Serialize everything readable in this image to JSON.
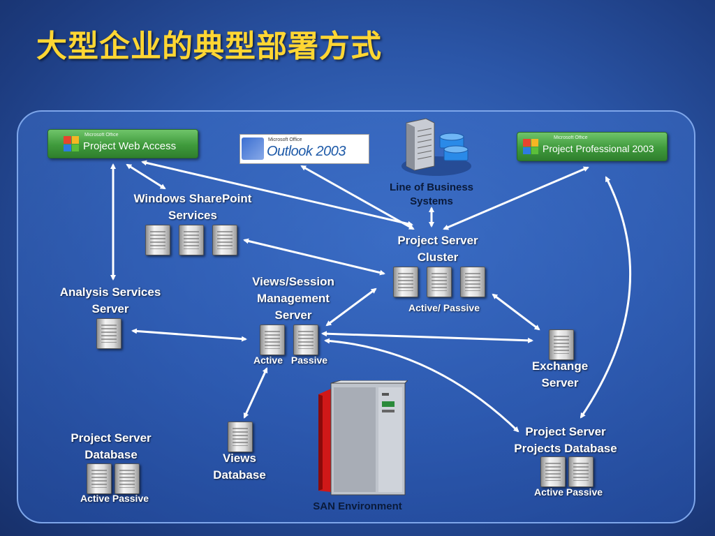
{
  "title": "大型企业的典型部署方式",
  "products": {
    "pwa": {
      "brand": "Microsoft Office",
      "name": "Project Web Access"
    },
    "outlook": {
      "brand": "Microsoft Office",
      "name": "Outlook 2003"
    },
    "ppro": {
      "brand": "Microsoft Office",
      "name": "Project Professional 2003"
    }
  },
  "labels": {
    "lob": [
      "Line of Business",
      "Systems"
    ],
    "sharepoint": [
      "Windows SharePoint",
      "Services"
    ],
    "ps_cluster": [
      "Project Server",
      "Cluster"
    ],
    "active_passive_cluster": "Active/ Passive",
    "analysis": [
      "Analysis Services",
      "Server"
    ],
    "views_session": [
      "Views/Session",
      "Management",
      "Server"
    ],
    "active": "Active",
    "passive": "Passive",
    "exchange": [
      "Exchange",
      "Server"
    ],
    "ps_db": [
      "Project Server",
      "Database"
    ],
    "views_db": [
      "Views",
      "Database"
    ],
    "san": "SAN Environment",
    "ps_proj_db": [
      "Project Server",
      "Projects Database"
    ],
    "active_passive_db": "Active Passive",
    "active_passive_proj": "Active Passive"
  },
  "colors": {
    "title": "#ffd633",
    "background": "#2b56a8",
    "panel_border": "#7ea6ea",
    "logo_green": "#3f9a3c"
  }
}
